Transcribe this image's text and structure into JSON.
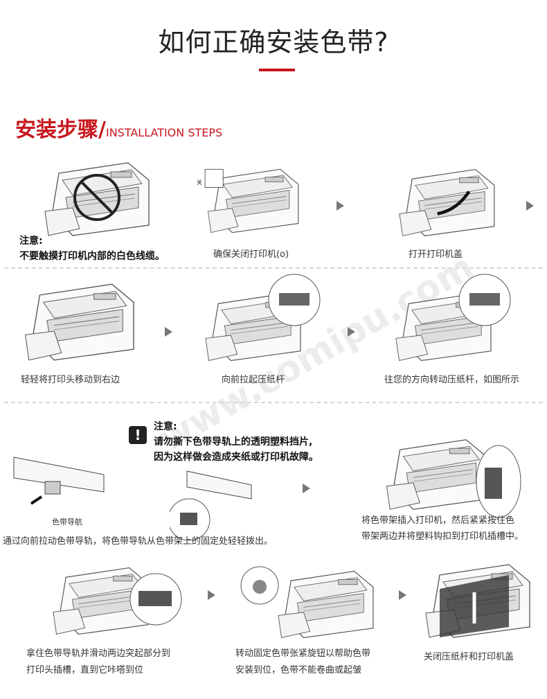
{
  "header": {
    "title": "如何正确安装色带?",
    "accent_color": "#c8161d"
  },
  "section": {
    "title_zh": "安装步骤/",
    "title_en": "INSTALLATION STEPS"
  },
  "watermark": "www.comipu.com",
  "steps": [
    {
      "note_label": "注意:",
      "caption": "不要触摸打印机内部的白色线缆。"
    },
    {
      "caption": "确保关闭打印机(o)"
    },
    {
      "caption": "打开打印机盖"
    },
    {
      "caption": "轻轻将打印头移动到右边"
    },
    {
      "caption": "向前拉起压纸杆"
    },
    {
      "caption": "往您的方向转动压纸杆，如图所示"
    },
    {
      "caption": "通过向前拉动色带导轨，将色带导轨从色带架上的固定处轻轻拨出。",
      "part_label": "色带导航"
    },
    {
      "caption_lines": [
        "将色带架插入打印机，然后紧紧按住色",
        "带架两边并将塑料钩扣到打印机插槽中。"
      ]
    },
    {
      "caption_lines": [
        "拿住色带导轨并滑动两边突起部分到",
        "打印头插槽，直到它咔嗒到位"
      ]
    },
    {
      "caption_lines": [
        "转动固定色带张紧旋钮以帮助色带",
        "安装到位，色带不能卷曲或起皱"
      ]
    },
    {
      "caption": "关闭压纸杆和打印机盖"
    }
  ],
  "warning": {
    "label": "注意:",
    "lines": [
      "请勿撕下色带导轨上的透明塑料挡片,",
      "因为这样做会造成夹纸或打印机故障。"
    ]
  },
  "printer_button_label": "关"
}
